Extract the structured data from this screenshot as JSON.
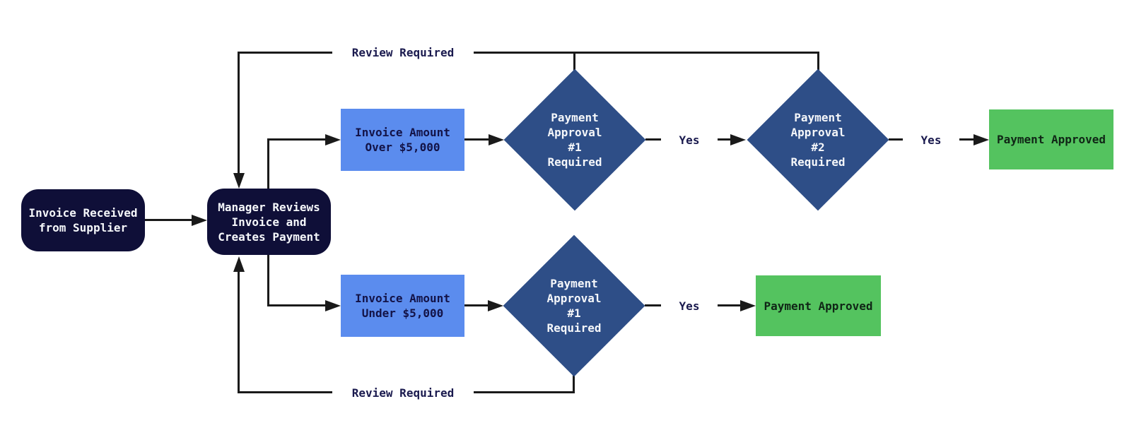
{
  "diagram": {
    "type": "flowchart",
    "direction": "left-to-right",
    "palette": {
      "background": "#ffffff",
      "start_node_bg": "#0f0f38",
      "start_node_text": "#f5f7fa",
      "process_node_bg": "#5b8cee",
      "process_node_text": "#131347",
      "decision_node_bg": "#2e4e87",
      "decision_node_text": "#f5f7fa",
      "end_node_bg": "#54c35f",
      "end_node_text": "#102616",
      "edge_color": "#1a1a1a",
      "edge_label_text": "#1a1a4e"
    },
    "nodes": {
      "invoice_received": {
        "label": "Invoice Received\nfrom Supplier",
        "shape": "rounded-rectangle"
      },
      "manager_reviews": {
        "label": "Manager Reviews\nInvoice and\nCreates Payment",
        "shape": "rounded-rectangle"
      },
      "invoice_over": {
        "label": "Invoice Amount\nOver $5,000",
        "shape": "rectangle"
      },
      "invoice_under": {
        "label": "Invoice Amount\nUnder $5,000",
        "shape": "rectangle"
      },
      "approval_1_top": {
        "label": "Payment\nApproval\n#1\nRequired",
        "shape": "diamond"
      },
      "approval_2_top": {
        "label": "Payment\nApproval\n#2\nRequired",
        "shape": "diamond"
      },
      "approval_1_bottom": {
        "label": "Payment\nApproval\n#1\nRequired",
        "shape": "diamond"
      },
      "payment_approved_top": {
        "label": "Payment Approved",
        "shape": "rectangle"
      },
      "payment_approved_bottom": {
        "label": "Payment Approved",
        "shape": "rectangle"
      }
    },
    "edge_labels": {
      "yes_top_first": "Yes",
      "yes_top_second": "Yes",
      "yes_bottom": "Yes",
      "review_required_top": "Review Required",
      "review_required_bottom": "Review Required"
    }
  }
}
